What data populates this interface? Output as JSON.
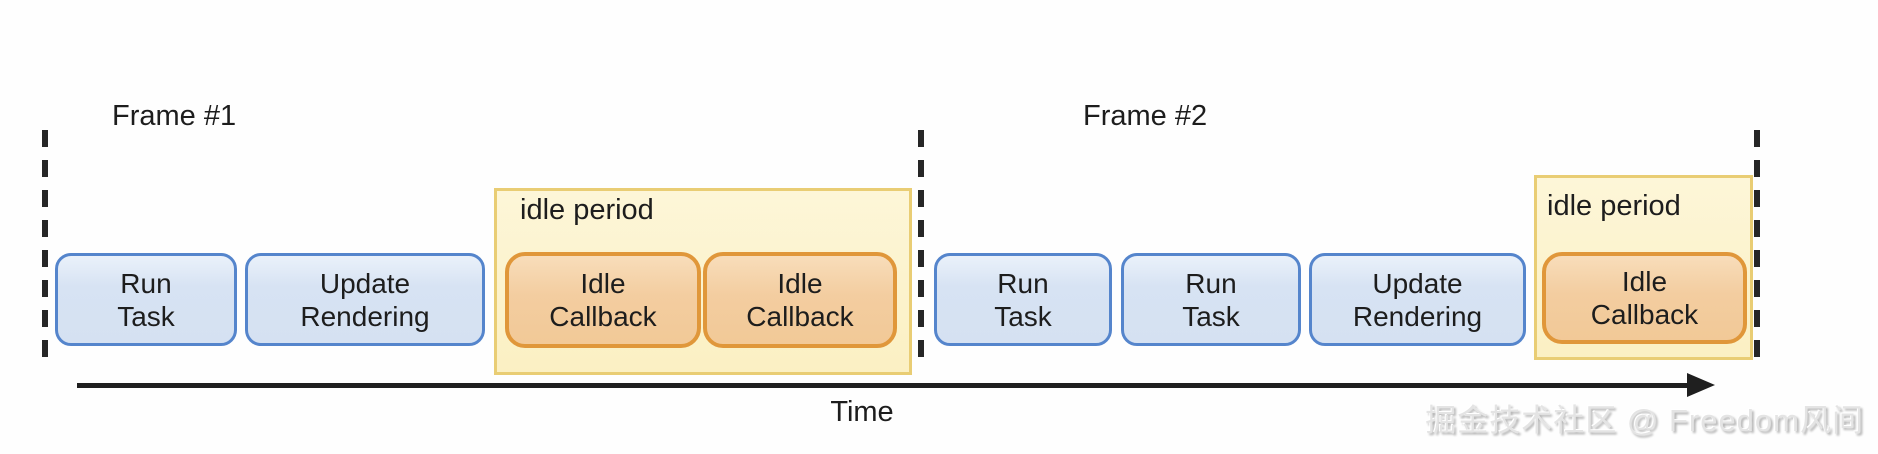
{
  "frame1": {
    "label": "Frame #1",
    "tasks": [
      {
        "text": "Run\nTask"
      },
      {
        "text": "Update\nRendering"
      }
    ],
    "idle": {
      "label": "idle period",
      "callbacks": [
        {
          "text": "Idle\nCallback"
        },
        {
          "text": "Idle\nCallback"
        }
      ]
    }
  },
  "frame2": {
    "label": "Frame #2",
    "tasks": [
      {
        "text": "Run\nTask"
      },
      {
        "text": "Run\nTask"
      },
      {
        "text": "Update\nRendering"
      }
    ],
    "idle": {
      "label": "idle period",
      "callbacks": [
        {
          "text": "Idle\nCallback"
        }
      ]
    }
  },
  "axis": {
    "label": "Time"
  },
  "watermark": {
    "text": "掘金技术社区 @ Freedom风间"
  },
  "colors": {
    "task_fill": "#d9e4f4",
    "task_border": "#5585cc",
    "idle_container_fill": "#fbf0c3",
    "idle_container_border": "#e9cd74",
    "callback_fill": "#f3cda0",
    "callback_border": "#e0973a",
    "axis_line": "#1f1f1f",
    "dashed_line": "#262626",
    "text": "#1d1d1d"
  }
}
